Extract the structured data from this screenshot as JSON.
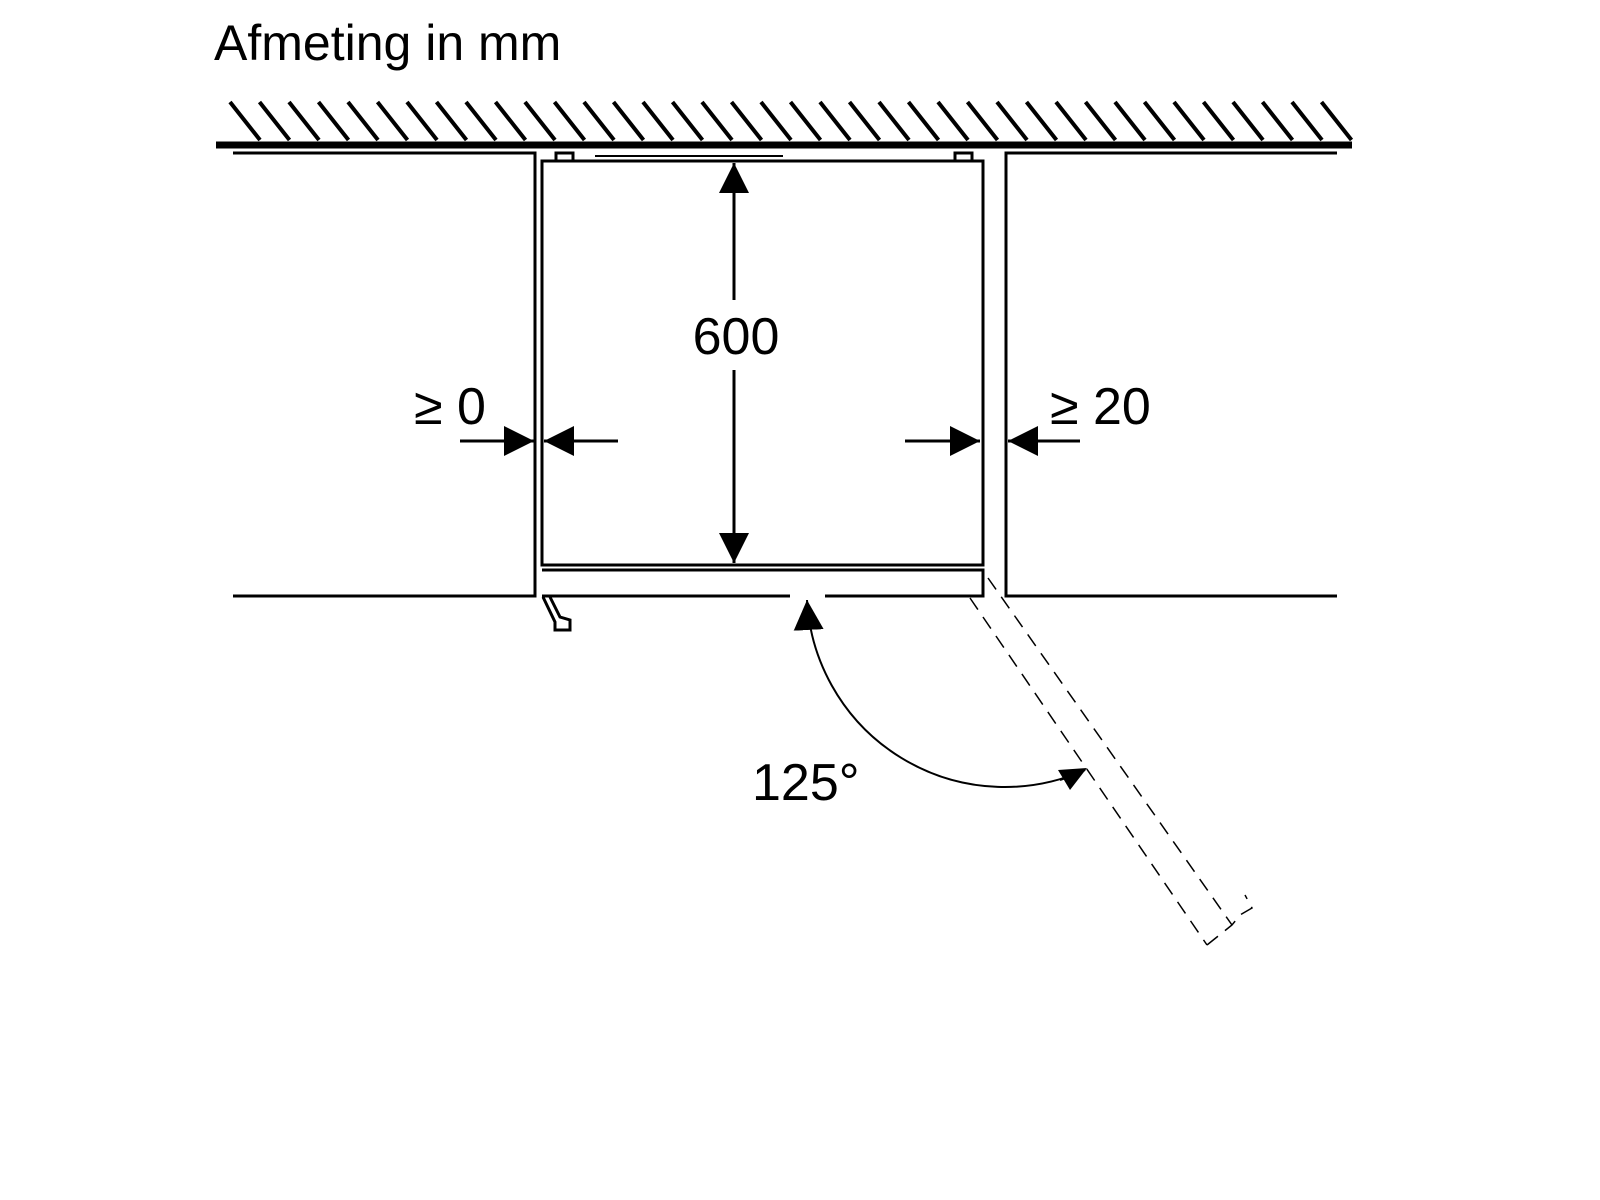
{
  "title": "Afmeting in mm",
  "dimensions": {
    "depth": "600",
    "left_gap": "≥ 0",
    "right_gap": "≥ 20",
    "door_angle": "125°"
  },
  "colors": {
    "stroke": "#000000",
    "background": "#ffffff"
  }
}
